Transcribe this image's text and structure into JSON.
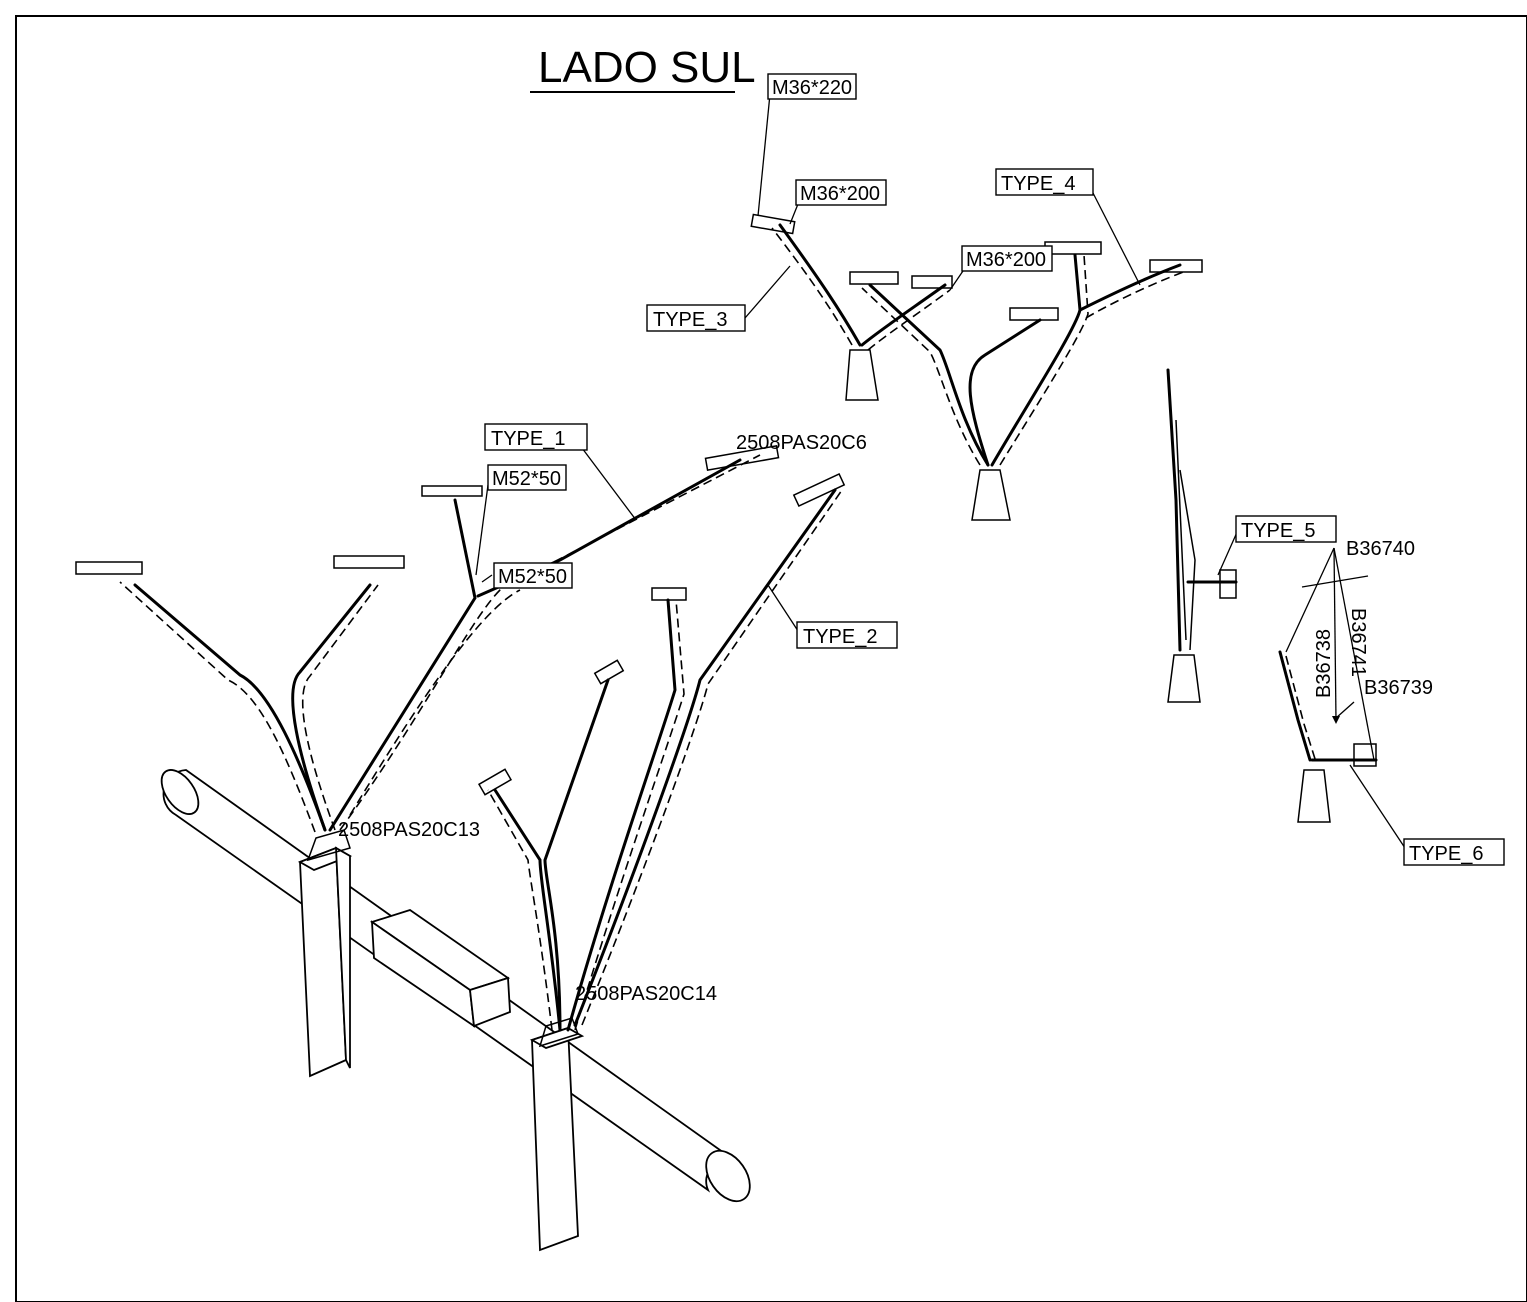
{
  "title": "LADO SUL",
  "labels": {
    "type_1": "TYPE_1",
    "type_2": "TYPE_2",
    "type_3": "TYPE_3",
    "type_4": "TYPE_4",
    "type_5": "TYPE_5",
    "type_6": "TYPE_6",
    "bolt_m36_220": "M36*220",
    "bolt_m36_200_a": "M36*200",
    "bolt_m36_200_b": "M36*200",
    "bolt_m52_50_a": "M52*50",
    "bolt_m52_50_b": "M52*50",
    "tag_c6": "2508PAS20C6",
    "tag_c13": "2508PAS20C13",
    "tag_c14": "2508PAS20C14",
    "b36740": "B36740",
    "b36741": "B36741",
    "b36738": "B36738",
    "b36739": "B36739"
  }
}
